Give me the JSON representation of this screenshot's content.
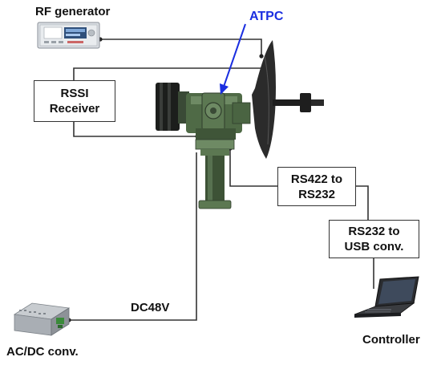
{
  "labels": {
    "rf_generator": "RF generator",
    "atpc": "ATPC",
    "dc48v": "DC48V",
    "acdc": "AC/DC conv.",
    "controller": "Controller"
  },
  "boxes": {
    "rssi": {
      "line1": "RSSI",
      "line2": "Receiver"
    },
    "rs422": {
      "line1": "RS422 to",
      "line2": "RS232"
    },
    "rs232": {
      "line1": "RS232 to",
      "line2": "USB conv."
    }
  },
  "colors": {
    "atpc_label": "#1a2ee0",
    "arrow": "#1a2ee0",
    "wire": "#333333",
    "antenna_green": "#4f6a46",
    "antenna_dark": "#2f3d2c",
    "dish": "#2b2b2b"
  },
  "icons": [
    "rf-generator-icon",
    "antenna-positioner-icon",
    "power-supply-icon",
    "laptop-icon"
  ]
}
